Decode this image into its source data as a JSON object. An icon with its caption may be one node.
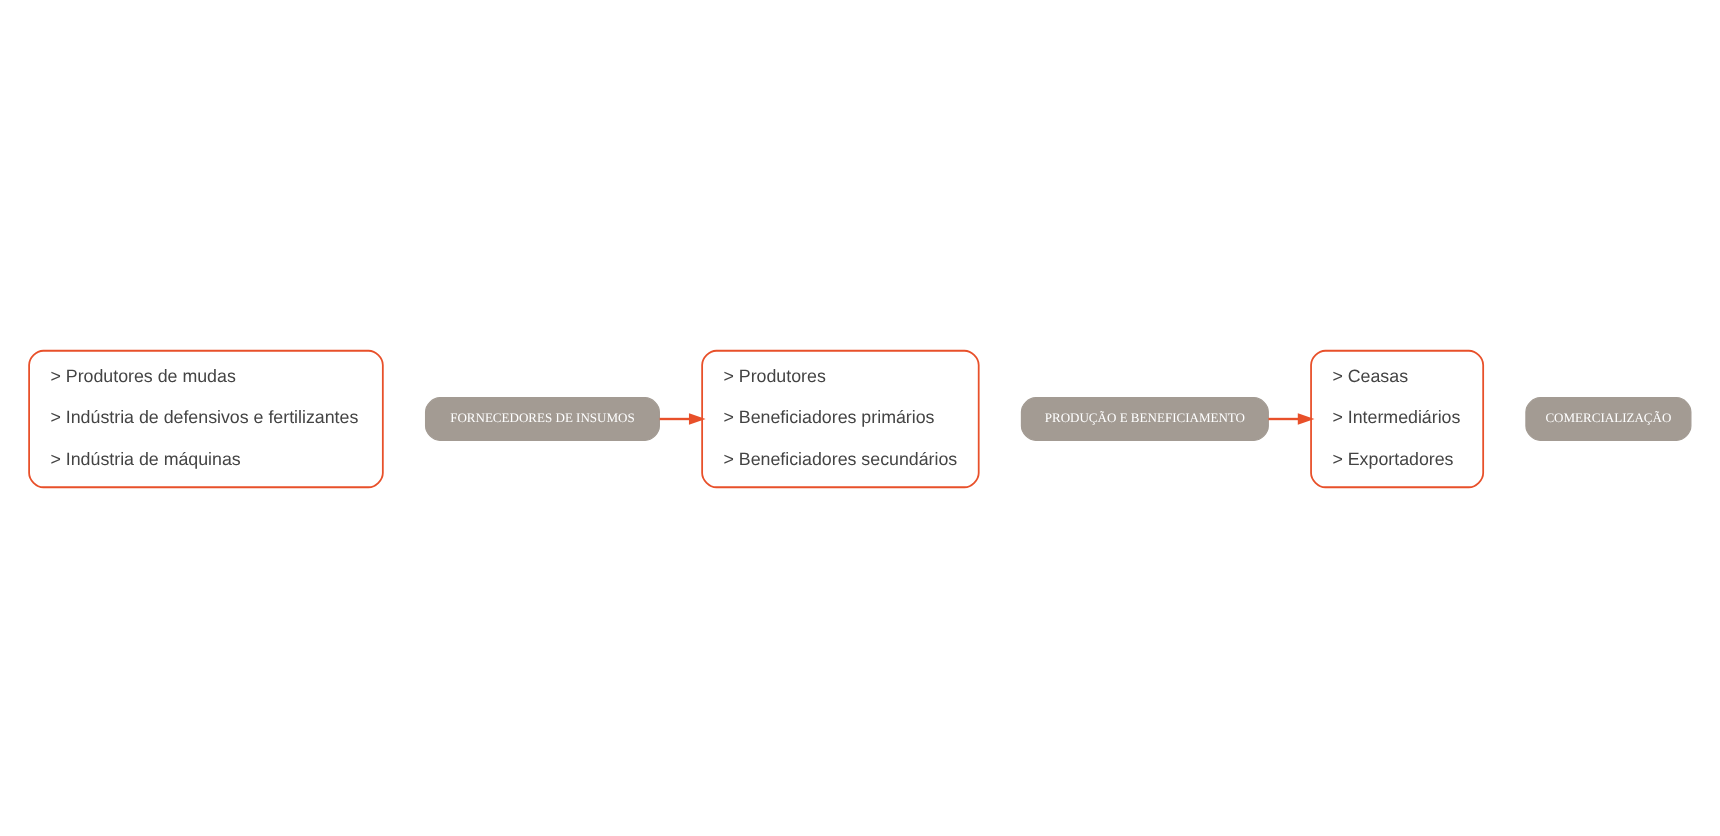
{
  "diagram": {
    "nodes": [
      {
        "text": [
          "> Produtores de mudas",
          "> Indústria de defensivos e fertilizantes",
          "> Indústria de máquinas"
        ]
      },
      {
        "text": [
          "FORNECEDORES DE INSUMOS"
        ]
      },
      {
        "text": [
          "> Produtores",
          "> Beneficiadores primários",
          "> Beneficiadores secundários"
        ]
      },
      {
        "text": [
          "PRODUÇÃO E BENEFICIAMENTO"
        ]
      },
      {
        "text": [
          "> Ceasas",
          "> Intermediários",
          "> Exportadores"
        ]
      },
      {
        "text": [
          "COMERCIALIZAÇÃO"
        ]
      }
    ],
    "edges": [
      {
        "from": 1,
        "to": 2,
        "arrow": "to"
      },
      {
        "from": 3,
        "to": 4,
        "arrow": "to"
      }
    ]
  }
}
